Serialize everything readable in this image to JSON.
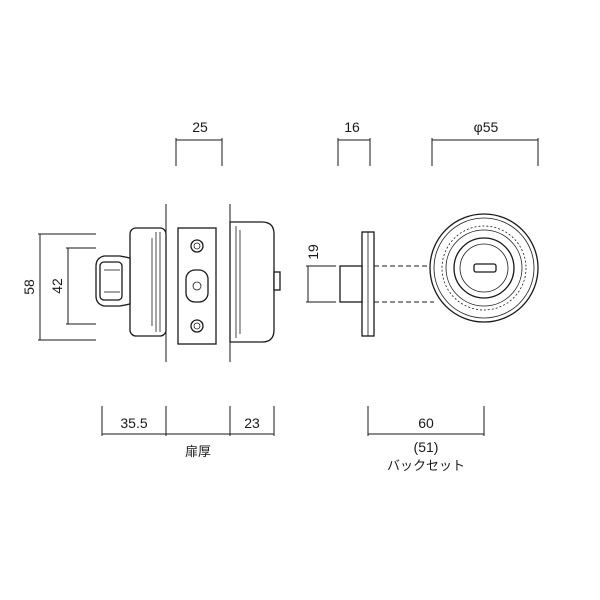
{
  "dimensions": {
    "strike_width": "25",
    "side_width": "16",
    "face_diameter": "φ55",
    "total_height": "58",
    "knob_height": "42",
    "plate_height": "19",
    "inside_depth": "35.5",
    "outside_depth": "23",
    "door_thickness_label": "扉厚",
    "latch_length": "60",
    "backset": "(51)",
    "backset_label": "バックセット"
  }
}
